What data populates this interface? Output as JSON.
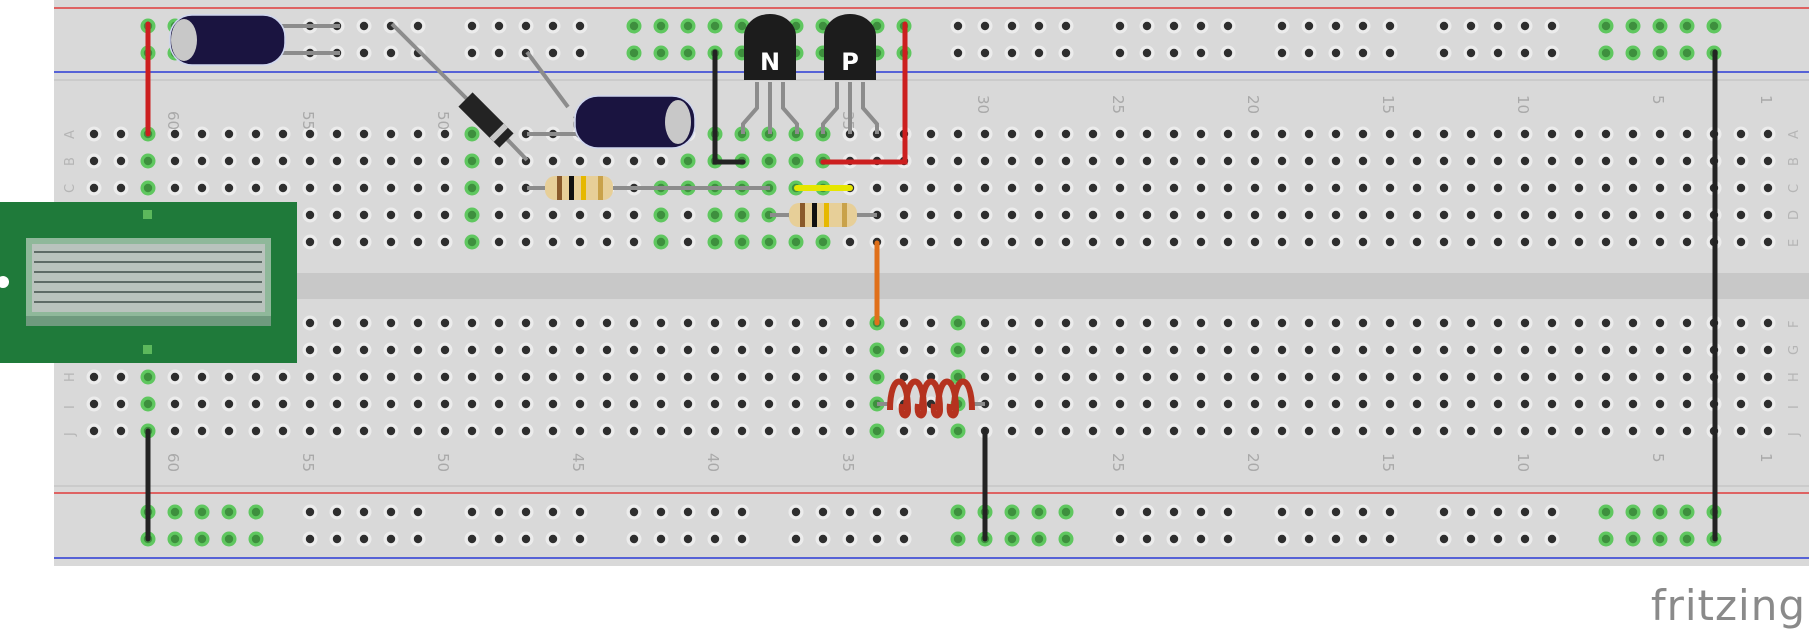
{
  "app": {
    "brand": "fritzing"
  },
  "breadboard": {
    "rows_top": [
      "A",
      "B",
      "C",
      "D",
      "E"
    ],
    "rows_bottom": [
      "F",
      "G",
      "H",
      "I",
      "J"
    ],
    "column_labels": [
      "60",
      "55",
      "50",
      "45",
      "40",
      "35",
      "30",
      "25",
      "20",
      "15",
      "10",
      "5",
      "1"
    ],
    "colors": {
      "board": "#d9d9d9",
      "channel": "#c8c8c8",
      "hole": "#2e2e2e",
      "hole_connected": "#5fc75f",
      "rail_red": "#e03c3c",
      "rail_blue": "#2b3bd6"
    }
  },
  "components": {
    "transistor_npn": {
      "label": "N"
    },
    "transistor_pnp": {
      "label": "P"
    },
    "wire_colors": {
      "red": "#cc1f1f",
      "black": "#232323",
      "orange": "#e0701a",
      "yellow": "#e6e600",
      "gray": "#8c8c8c"
    }
  }
}
